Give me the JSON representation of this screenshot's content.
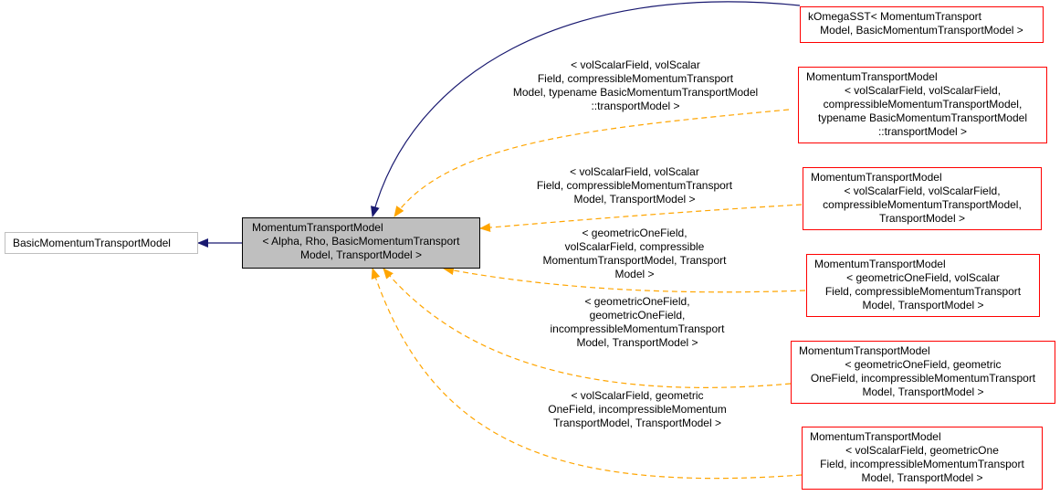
{
  "colors": {
    "inherit_edge": "#191970",
    "template_edge": "#ffa500",
    "node_border": "#ff0000",
    "focus_fill": "#bfbfbf",
    "base_border": "#bfbfbf"
  },
  "nodes": {
    "base": {
      "lines": [
        "BasicMomentumTransportModel"
      ]
    },
    "focus": {
      "lines": [
        "MomentumTransportModel",
        "< Alpha, Rho, BasicMomentumTransport",
        "Model, TransportModel >"
      ]
    },
    "komega": {
      "lines": [
        "kOmegaSST< MomentumTransport",
        "Model, BasicMomentumTransportModel >"
      ]
    },
    "n2": {
      "lines": [
        "MomentumTransportModel",
        "< volScalarField, volScalarField,",
        "compressibleMomentumTransportModel,",
        "typename BasicMomentumTransportModel",
        "::transportModel >"
      ]
    },
    "n3": {
      "lines": [
        "MomentumTransportModel",
        "< volScalarField, volScalarField,",
        "compressibleMomentumTransportModel,",
        "TransportModel >"
      ]
    },
    "n4": {
      "lines": [
        "MomentumTransportModel",
        "< geometricOneField, volScalar",
        "Field, compressibleMomentumTransport",
        "Model, TransportModel >"
      ]
    },
    "n5": {
      "lines": [
        "MomentumTransportModel",
        "< geometricOneField, geometric",
        "OneField, incompressibleMomentumTransport",
        "Model, TransportModel >"
      ]
    },
    "n6": {
      "lines": [
        "MomentumTransportModel",
        "< volScalarField, geometricOne",
        "Field, incompressibleMomentumTransport",
        "Model, TransportModel >"
      ]
    }
  },
  "edge_labels": {
    "e2": [
      "< volScalarField, volScalar",
      "Field, compressibleMomentumTransport",
      "Model, typename BasicMomentumTransportModel",
      "::transportModel >"
    ],
    "e3": [
      "< volScalarField, volScalar",
      "Field, compressibleMomentumTransport",
      "Model, TransportModel >"
    ],
    "e4": [
      "< geometricOneField,",
      "volScalarField, compressible",
      "MomentumTransportModel, Transport",
      "Model >"
    ],
    "e5": [
      "< geometricOneField,",
      "geometricOneField,",
      "incompressibleMomentumTransport",
      "Model, TransportModel >"
    ],
    "e6": [
      "< volScalarField, geometric",
      "OneField, incompressibleMomentum",
      "TransportModel, TransportModel >"
    ]
  }
}
